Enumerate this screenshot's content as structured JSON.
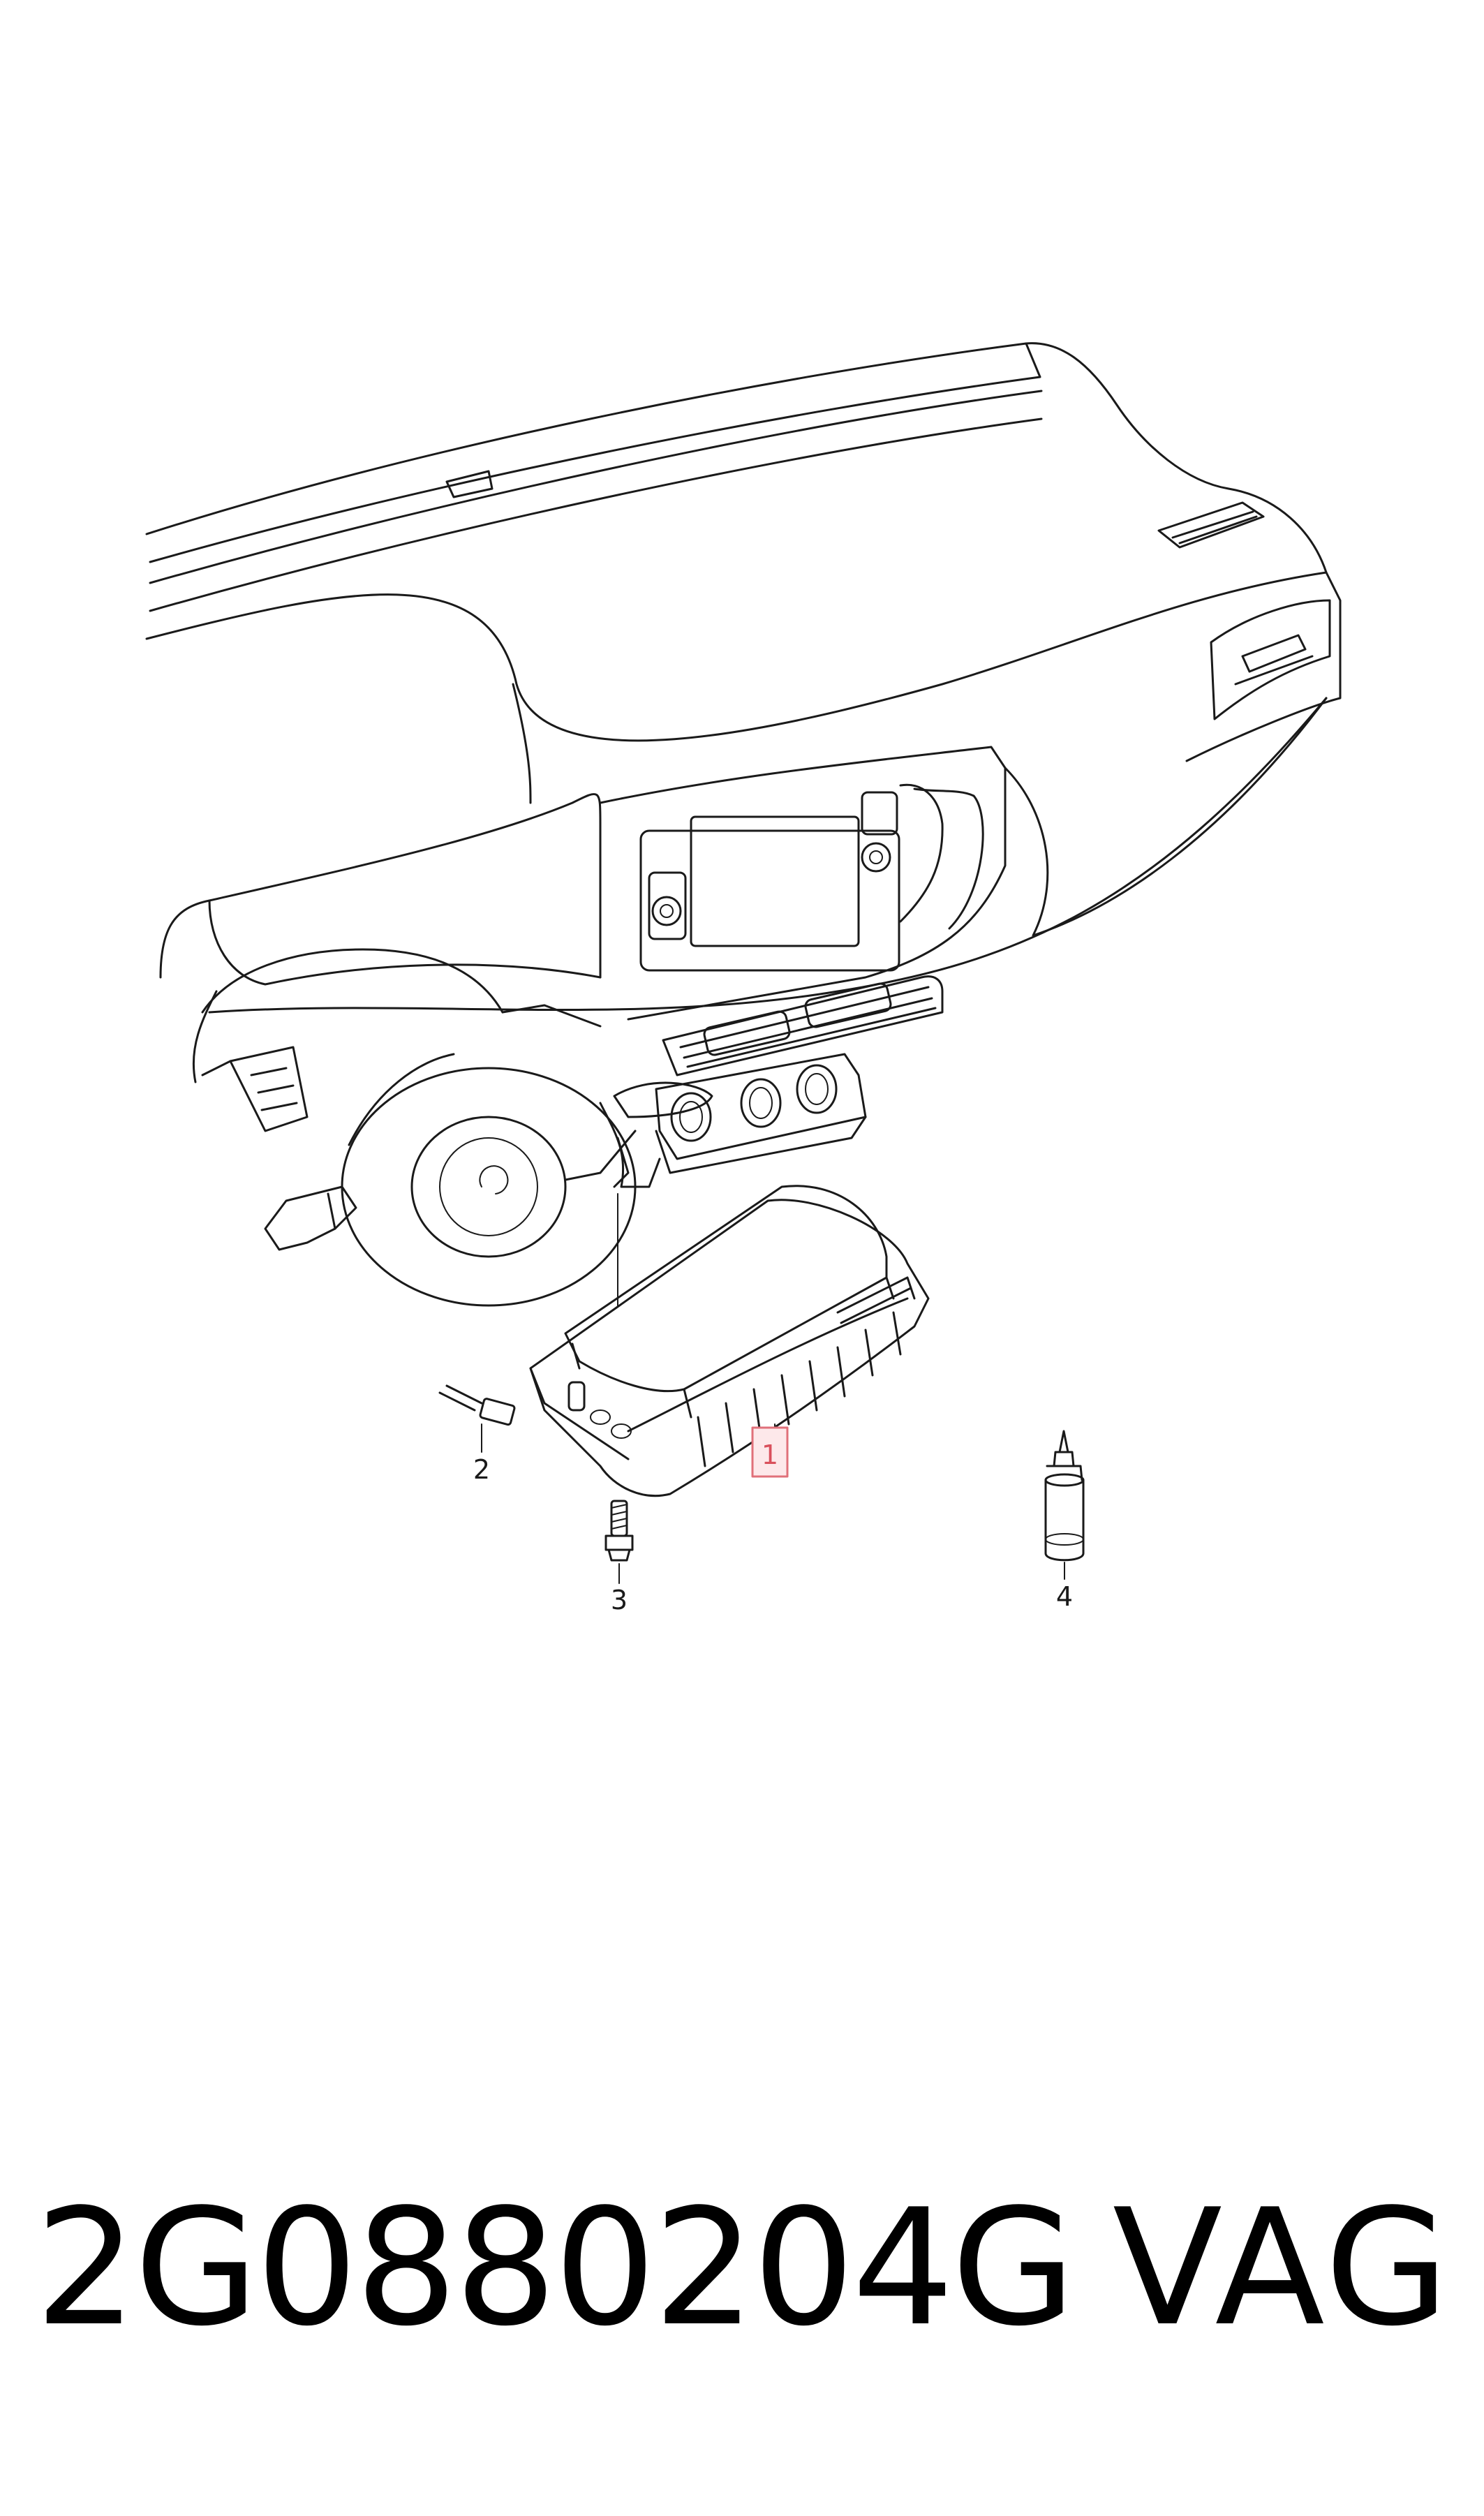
{
  "diagram": {
    "callouts": [
      {
        "id": "1",
        "label": "1",
        "highlighted": true
      },
      {
        "id": "2",
        "label": "2",
        "highlighted": false
      },
      {
        "id": "3",
        "label": "3",
        "highlighted": false
      },
      {
        "id": "4",
        "label": "4",
        "highlighted": false
      }
    ],
    "highlight_color": "#e0707a"
  },
  "footer": {
    "part_number": "2G0880204G",
    "brand": "VAG"
  }
}
